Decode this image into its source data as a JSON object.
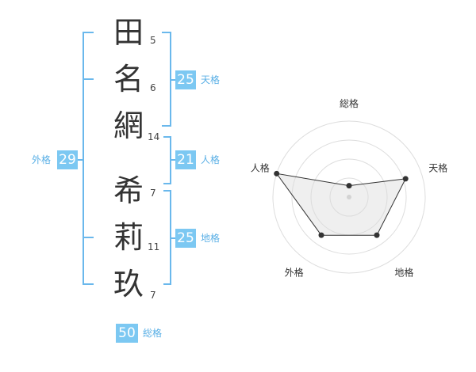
{
  "name_chars": [
    {
      "char": "田",
      "strokes": "5"
    },
    {
      "char": "名",
      "strokes": "6"
    },
    {
      "char": "網",
      "strokes": "14"
    },
    {
      "char": "希",
      "strokes": "7"
    },
    {
      "char": "莉",
      "strokes": "11"
    },
    {
      "char": "玖",
      "strokes": "7"
    }
  ],
  "kakusu": {
    "tenkaku": {
      "value": "25",
      "label": "天格"
    },
    "jinkaku": {
      "value": "21",
      "label": "人格"
    },
    "chikaku": {
      "value": "25",
      "label": "地格"
    },
    "gaikaku": {
      "value": "29",
      "label": "外格"
    },
    "soukaku": {
      "value": "50",
      "label": "総格"
    }
  },
  "radar": {
    "axes": [
      "総格",
      "天格",
      "地格",
      "外格",
      "人格"
    ],
    "values": [
      0.15,
      0.78,
      0.62,
      0.62,
      1.0
    ],
    "rings": 4
  }
}
